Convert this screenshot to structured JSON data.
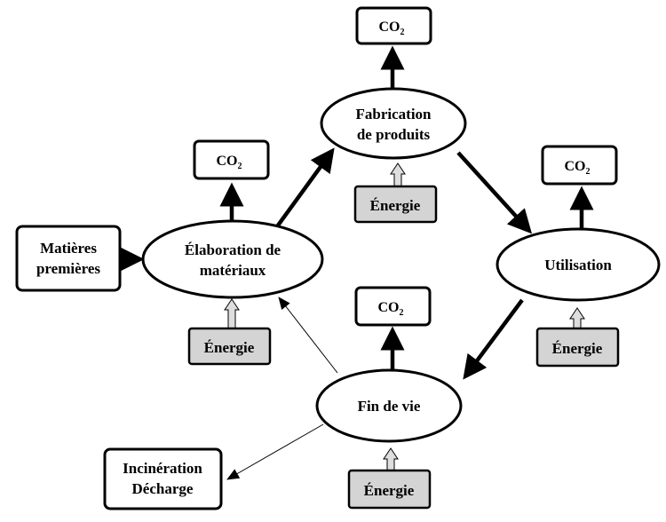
{
  "co2": {
    "main": "CO",
    "sub": "2"
  },
  "energie": "Énergie",
  "stages": {
    "raw": [
      "Matières",
      "premières"
    ],
    "elaboration": [
      "Élaboration de",
      "matériaux"
    ],
    "fabrication": [
      "Fabrication",
      "de produits"
    ],
    "utilisation": "Utilisation",
    "fin_de_vie": "Fin de vie",
    "disposal": [
      "Incinération",
      "Décharge"
    ]
  }
}
